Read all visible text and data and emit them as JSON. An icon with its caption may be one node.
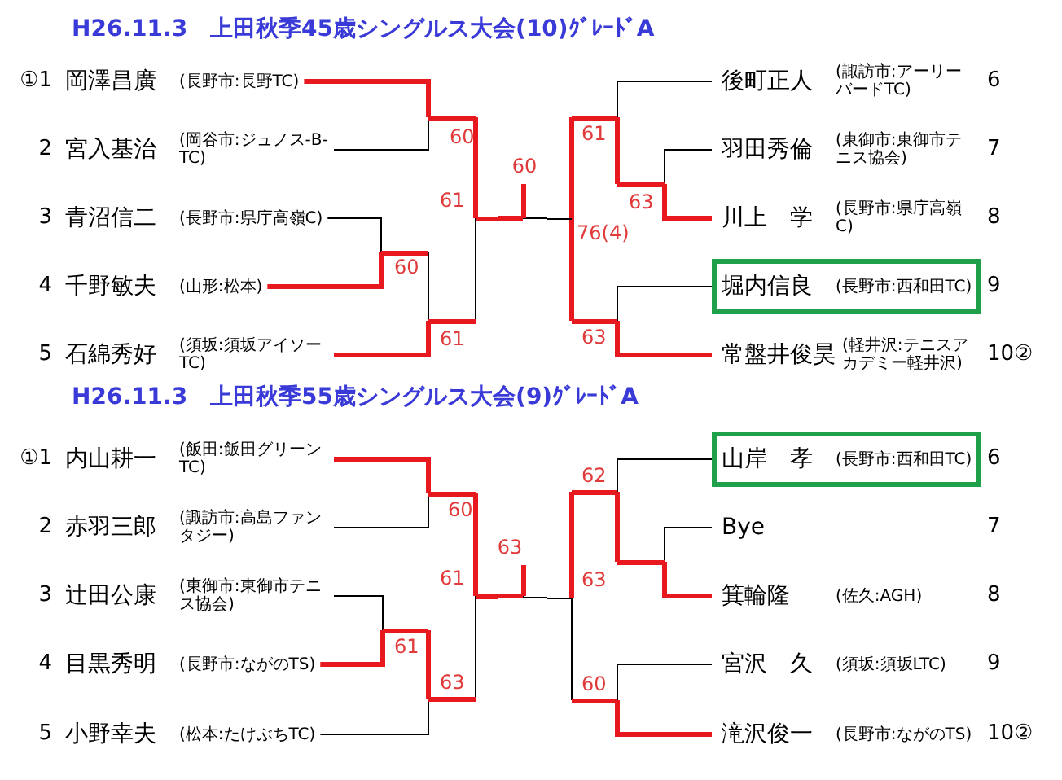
{
  "diagram": {
    "title": "H26.11.3　上田秋季45歳シングルス大会(10)ｸﾞﾚｰﾄﾞA",
    "nodes": [
      {
        "text": [],
        "shape": "box"
      },
      {
        "text": [],
        "shape": "box"
      },
      {
        "text": [
          "岡澤昌廣",
          "(長野市:長野TC)"
        ],
        "beside": [
          "①1"
        ]
      },
      {
        "text": [
          "宮入基治",
          "(岡谷市:ジュノス-B-TC)"
        ],
        "beside": [
          "2"
        ]
      },
      {
        "text": [
          "青沼信二",
          "(長野市:県庁高嶺C)"
        ],
        "beside": [
          "3"
        ]
      },
      {
        "text": [
          "千野敏夫",
          "(山形:松本)"
        ],
        "beside": [
          "4"
        ]
      },
      {
        "text": [
          "石綿秀好",
          "(須坂:須坂アイソーTC)"
        ],
        "beside": [
          "5"
        ]
      },
      {
        "text": [
          "後町正人",
          "(諏訪市:アーリーバードTC)"
        ],
        "beside": [
          "6"
        ]
      },
      {
        "text": [
          "羽田秀倫",
          "(東御市:東御市テニス協会)"
        ],
        "beside": [
          "7"
        ]
      },
      {
        "text": [
          "川上　学",
          "(長野市:県庁高嶺C)"
        ],
        "beside": [
          "8"
        ]
      },
      {
        "text": [
          "堀内信良",
          "(長野市:西和田TC)"
        ],
        "beside": [
          "9"
        ],
        "in": 0
      },
      {
        "text": [
          "常盤井俊昊",
          "(軽井沢:テニスアカデミー軽井沢)"
        ],
        "beside": [
          "10②"
        ]
      },
      {
        "text": [],
        "shape": "bar",
        "beside": [
          "60"
        ]
      },
      {
        "text": [],
        "shape": "bar",
        "beside": [
          "60"
        ]
      },
      {
        "text": [],
        "shape": "bar",
        "beside": [
          "61"
        ]
      },
      {
        "text": [],
        "shape": "bar",
        "beside": [
          "61"
        ]
      },
      {
        "text": [
          "60"
        ]
      },
      {
        "text": [],
        "shape": "bar",
        "beside": [
          "63"
        ]
      },
      {
        "text": [],
        "shape": "bar",
        "beside": [
          "61"
        ]
      },
      {
        "text": [],
        "shape": "bar",
        "beside": [
          "63"
        ]
      },
      {
        "text": [],
        "shape": "line",
        "beside": [
          "76(4)"
        ]
      },
      {
        "text": [
          "内山耕一",
          "(飯田:飯田グリーンTC)"
        ],
        "beside": [
          "①1"
        ]
      },
      {
        "text": [
          "赤羽三郎",
          "(諏訪市:高島ファンタジー)"
        ],
        "beside": [
          "2"
        ]
      },
      {
        "text": [
          "辻田公康",
          "(東御市:東御市テニス協会)"
        ],
        "beside": [
          "3"
        ]
      },
      {
        "text": [
          "目黒秀明",
          "(長野市:ながのTS)"
        ],
        "beside": [
          "4"
        ]
      },
      {
        "text": [
          "小野幸夫",
          "(松本:たけぶちTC)"
        ],
        "beside": [
          "5"
        ]
      },
      {
        "text": [
          "山岸　孝",
          "(長野市:西和田TC)"
        ],
        "beside": [
          "6"
        ],
        "in": 1
      },
      {
        "text": [
          "Bye"
        ]
      },
      {
        "text": [
          "箕輪隆",
          "(佐久:AGH)"
        ],
        "beside": [
          "8"
        ]
      },
      {
        "text": [
          "宮沢　久",
          "(須坂:須坂LTC)"
        ],
        "beside": [
          "9"
        ]
      },
      {
        "text": [
          "滝沢俊一",
          "(長野市:ながのTS)"
        ],
        "beside": [
          "10②"
        ]
      },
      {
        "text": [],
        "shape": "bar",
        "beside": [
          "60"
        ]
      },
      {
        "text": [],
        "shape": "bar",
        "beside": [
          "61"
        ]
      },
      {
        "text": [],
        "shape": "bar",
        "beside": [
          "63"
        ]
      },
      {
        "text": [],
        "shape": "bar",
        "beside": [
          "61"
        ]
      },
      {
        "text": [
          "63"
        ]
      },
      {
        "text": [],
        "shape": "bar"
      },
      {
        "text": [],
        "shape": "bar",
        "beside": [
          "62"
        ]
      },
      {
        "text": [],
        "shape": "line",
        "beside": [
          "63"
        ]
      },
      {
        "text": [],
        "shape": "bar",
        "beside": [
          "60"
        ]
      }
    ],
    "edges": [
      {
        "from": 2,
        "to": 12,
        "arrow": "none"
      },
      {
        "from": 3,
        "to": 12,
        "arrow": "none",
        "color": "#000000"
      },
      {
        "from": 4,
        "to": 13,
        "arrow": "none",
        "color": "#000000"
      },
      {
        "from": 5,
        "to": 13,
        "arrow": "none"
      },
      {
        "from": 13,
        "to": 14,
        "arrow": "none",
        "color": "#000000"
      },
      {
        "from": 6,
        "to": 14,
        "arrow": "none"
      },
      {
        "from": 12,
        "to": 15,
        "arrow": "none"
      },
      {
        "from": 14,
        "to": 15,
        "arrow": "none",
        "color": "#000000"
      },
      {
        "from": 15,
        "to": 16,
        "arrow": "none"
      },
      {
        "from": 20,
        "to": 16,
        "arrow": "none",
        "color": "#000000"
      },
      {
        "from": 7,
        "to": 18,
        "arrow": "none",
        "color": "#000000"
      },
      {
        "from": 8,
        "to": 17,
        "arrow": "none",
        "color": "#000000"
      },
      {
        "from": 9,
        "to": 17,
        "arrow": "none"
      },
      {
        "from": 17,
        "to": 18,
        "arrow": "none"
      },
      {
        "from": 10,
        "to": 19,
        "arrow": "none",
        "color": "#000000"
      },
      {
        "from": 11,
        "to": 19,
        "arrow": "none"
      },
      {
        "from": 18,
        "to": 20,
        "arrow": "none"
      },
      {
        "from": 19,
        "to": 20,
        "arrow": "none"
      },
      {
        "from": 21,
        "to": 31,
        "arrow": "none"
      },
      {
        "from": 22,
        "to": 31,
        "arrow": "none",
        "color": "#000000"
      },
      {
        "from": 23,
        "to": 32,
        "arrow": "none",
        "color": "#000000"
      },
      {
        "from": 24,
        "to": 32,
        "arrow": "none"
      },
      {
        "from": 32,
        "to": 33,
        "arrow": "none"
      },
      {
        "from": 25,
        "to": 33,
        "arrow": "none",
        "color": "#000000"
      },
      {
        "from": 31,
        "to": 34,
        "arrow": "none"
      },
      {
        "from": 33,
        "to": 34,
        "arrow": "none",
        "color": "#000000"
      },
      {
        "from": 34,
        "to": 35,
        "arrow": "none"
      },
      {
        "from": 38,
        "to": 35,
        "arrow": "none",
        "color": "#000000"
      },
      {
        "from": 26,
        "to": 37,
        "arrow": "none",
        "color": "#000000"
      },
      {
        "from": 27,
        "to": 36,
        "arrow": "none",
        "color": "#000000"
      },
      {
        "from": 28,
        "to": 36,
        "arrow": "none"
      },
      {
        "from": 36,
        "to": 37,
        "arrow": "none"
      },
      {
        "from": 29,
        "to": 39,
        "arrow": "none",
        "color": "#000000"
      },
      {
        "from": 30,
        "to": 39,
        "arrow": "none"
      },
      {
        "from": 37,
        "to": 38,
        "arrow": "none"
      },
      {
        "from": 39,
        "to": 38,
        "arrow": "none",
        "color": "#000000"
      }
    ],
    "labels": [
      "H26.11.3　上田秋季55歳シングルス大会(9)ｸﾞﾚｰﾄﾞA",
      "7"
    ]
  }
}
